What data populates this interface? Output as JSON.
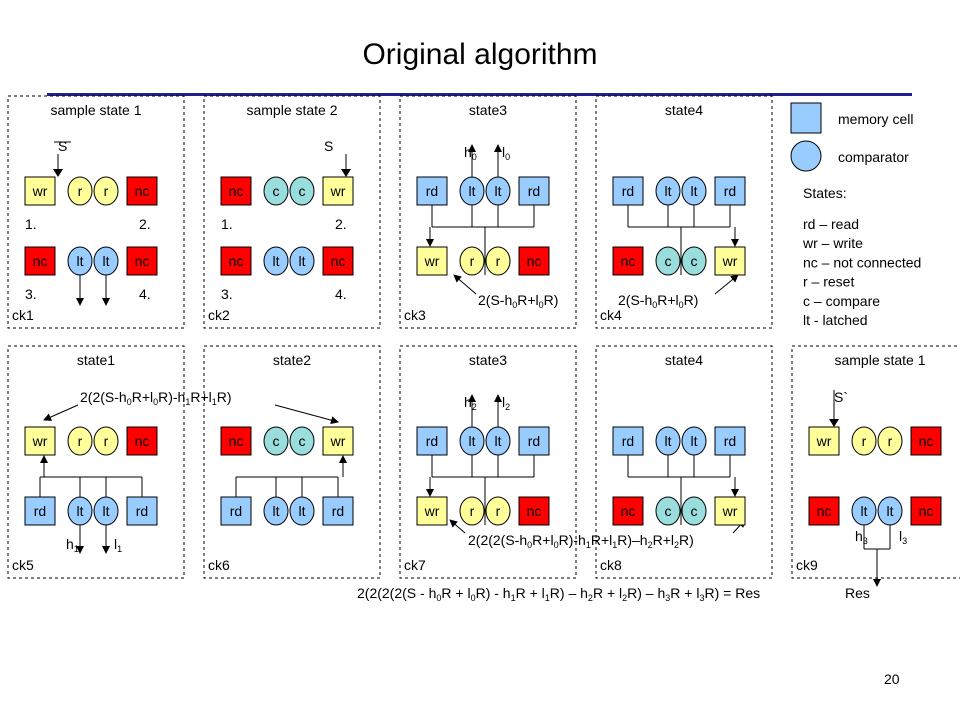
{
  "title": "Original algorithm",
  "page_number": "20",
  "colors": {
    "wr": "#ffff99",
    "rd": "#99ccff",
    "nc": "#ff0000",
    "r": "#ffff99",
    "c": "#99dddd",
    "lt": "#99ccff"
  },
  "legend": {
    "memory_cell": "memory cell",
    "comparator": "comparator",
    "states_heading": "States:",
    "states": [
      "rd – read",
      "wr – write",
      "nc – not connected",
      "r – reset",
      "c – compare",
      "lt - latched"
    ]
  },
  "panels": [
    {
      "title": "sample state 1",
      "clock": "ck1",
      "top": {
        "cells": [
          "wr",
          "nc"
        ],
        "comps": [
          "r",
          "r"
        ]
      },
      "bottom": {
        "cells": [
          "nc",
          "nc"
        ],
        "comps": [
          "lt",
          "lt"
        ]
      },
      "labels": {
        "tl": "S",
        "tr": "",
        "n1": "1.",
        "n2": "2.",
        "n3": "3.",
        "n4": "4."
      }
    },
    {
      "title": "sample state 2",
      "clock": "ck2",
      "top": {
        "cells": [
          "nc",
          "wr"
        ],
        "comps": [
          "c",
          "c"
        ]
      },
      "bottom": {
        "cells": [
          "nc",
          "nc"
        ],
        "comps": [
          "lt",
          "lt"
        ]
      },
      "labels": {
        "tl": "",
        "tr": "S",
        "n1": "1.",
        "n2": "2.",
        "n3": "3.",
        "n4": "4."
      }
    },
    {
      "title": "state3",
      "clock": "ck3",
      "top": {
        "cells": [
          "rd",
          "rd"
        ],
        "comps": [
          "lt",
          "lt"
        ]
      },
      "bottom": {
        "cells": [
          "wr",
          "nc"
        ],
        "comps": [
          "r",
          "r"
        ]
      },
      "labels": {
        "h": "h",
        "l": "l",
        "sub": "0"
      }
    },
    {
      "title": "state4",
      "clock": "ck4",
      "top": {
        "cells": [
          "rd",
          "rd"
        ],
        "comps": [
          "lt",
          "lt"
        ]
      },
      "bottom": {
        "cells": [
          "nc",
          "wr"
        ],
        "comps": [
          "c",
          "c"
        ]
      }
    },
    {
      "title": "state1",
      "clock": "ck5",
      "top": {
        "cells": [
          "wr",
          "nc"
        ],
        "comps": [
          "r",
          "r"
        ]
      },
      "bottom": {
        "cells": [
          "rd",
          "rd"
        ],
        "comps": [
          "lt",
          "lt"
        ]
      },
      "labels": {
        "h": "h",
        "l": "l",
        "sub": "1"
      }
    },
    {
      "title": "state2",
      "clock": "ck6",
      "top": {
        "cells": [
          "nc",
          "wr"
        ],
        "comps": [
          "c",
          "c"
        ]
      },
      "bottom": {
        "cells": [
          "rd",
          "rd"
        ],
        "comps": [
          "lt",
          "lt"
        ]
      }
    },
    {
      "title": "state3",
      "clock": "ck7",
      "top": {
        "cells": [
          "rd",
          "rd"
        ],
        "comps": [
          "lt",
          "lt"
        ]
      },
      "bottom": {
        "cells": [
          "wr",
          "nc"
        ],
        "comps": [
          "r",
          "r"
        ]
      },
      "labels": {
        "h": "h",
        "l": "l",
        "sub": "2"
      }
    },
    {
      "title": "state4",
      "clock": "ck8",
      "top": {
        "cells": [
          "rd",
          "rd"
        ],
        "comps": [
          "lt",
          "lt"
        ]
      },
      "bottom": {
        "cells": [
          "nc",
          "wr"
        ],
        "comps": [
          "c",
          "c"
        ]
      }
    },
    {
      "title": "sample state 1",
      "clock": "ck9",
      "top": {
        "cells": [
          "wr",
          "nc"
        ],
        "comps": [
          "r",
          "r"
        ]
      },
      "bottom": {
        "cells": [
          "nc",
          "nc"
        ],
        "comps": [
          "lt",
          "lt"
        ]
      },
      "labels": {
        "s": "S`",
        "h": "h",
        "l": "l",
        "sub": "3"
      }
    }
  ],
  "expressions": {
    "ck3": "2(S-h₀R+l₀R)",
    "ck4": "2(S-h₀R+l₀R)",
    "ck5": "2(2(S-h₀R+l₀R)-h₁R+l₁R)",
    "ck7_8": "2(2(2(S-h₀R+l₀R)-h₁R+l₁R)–h₂R+l₂R)",
    "final": "2(2(2(2(S - h₀R + l₀R) - h₁R + l₁R) – h₂R + l₂R) – h₃R + l₃R) = Res",
    "res": "Res"
  }
}
